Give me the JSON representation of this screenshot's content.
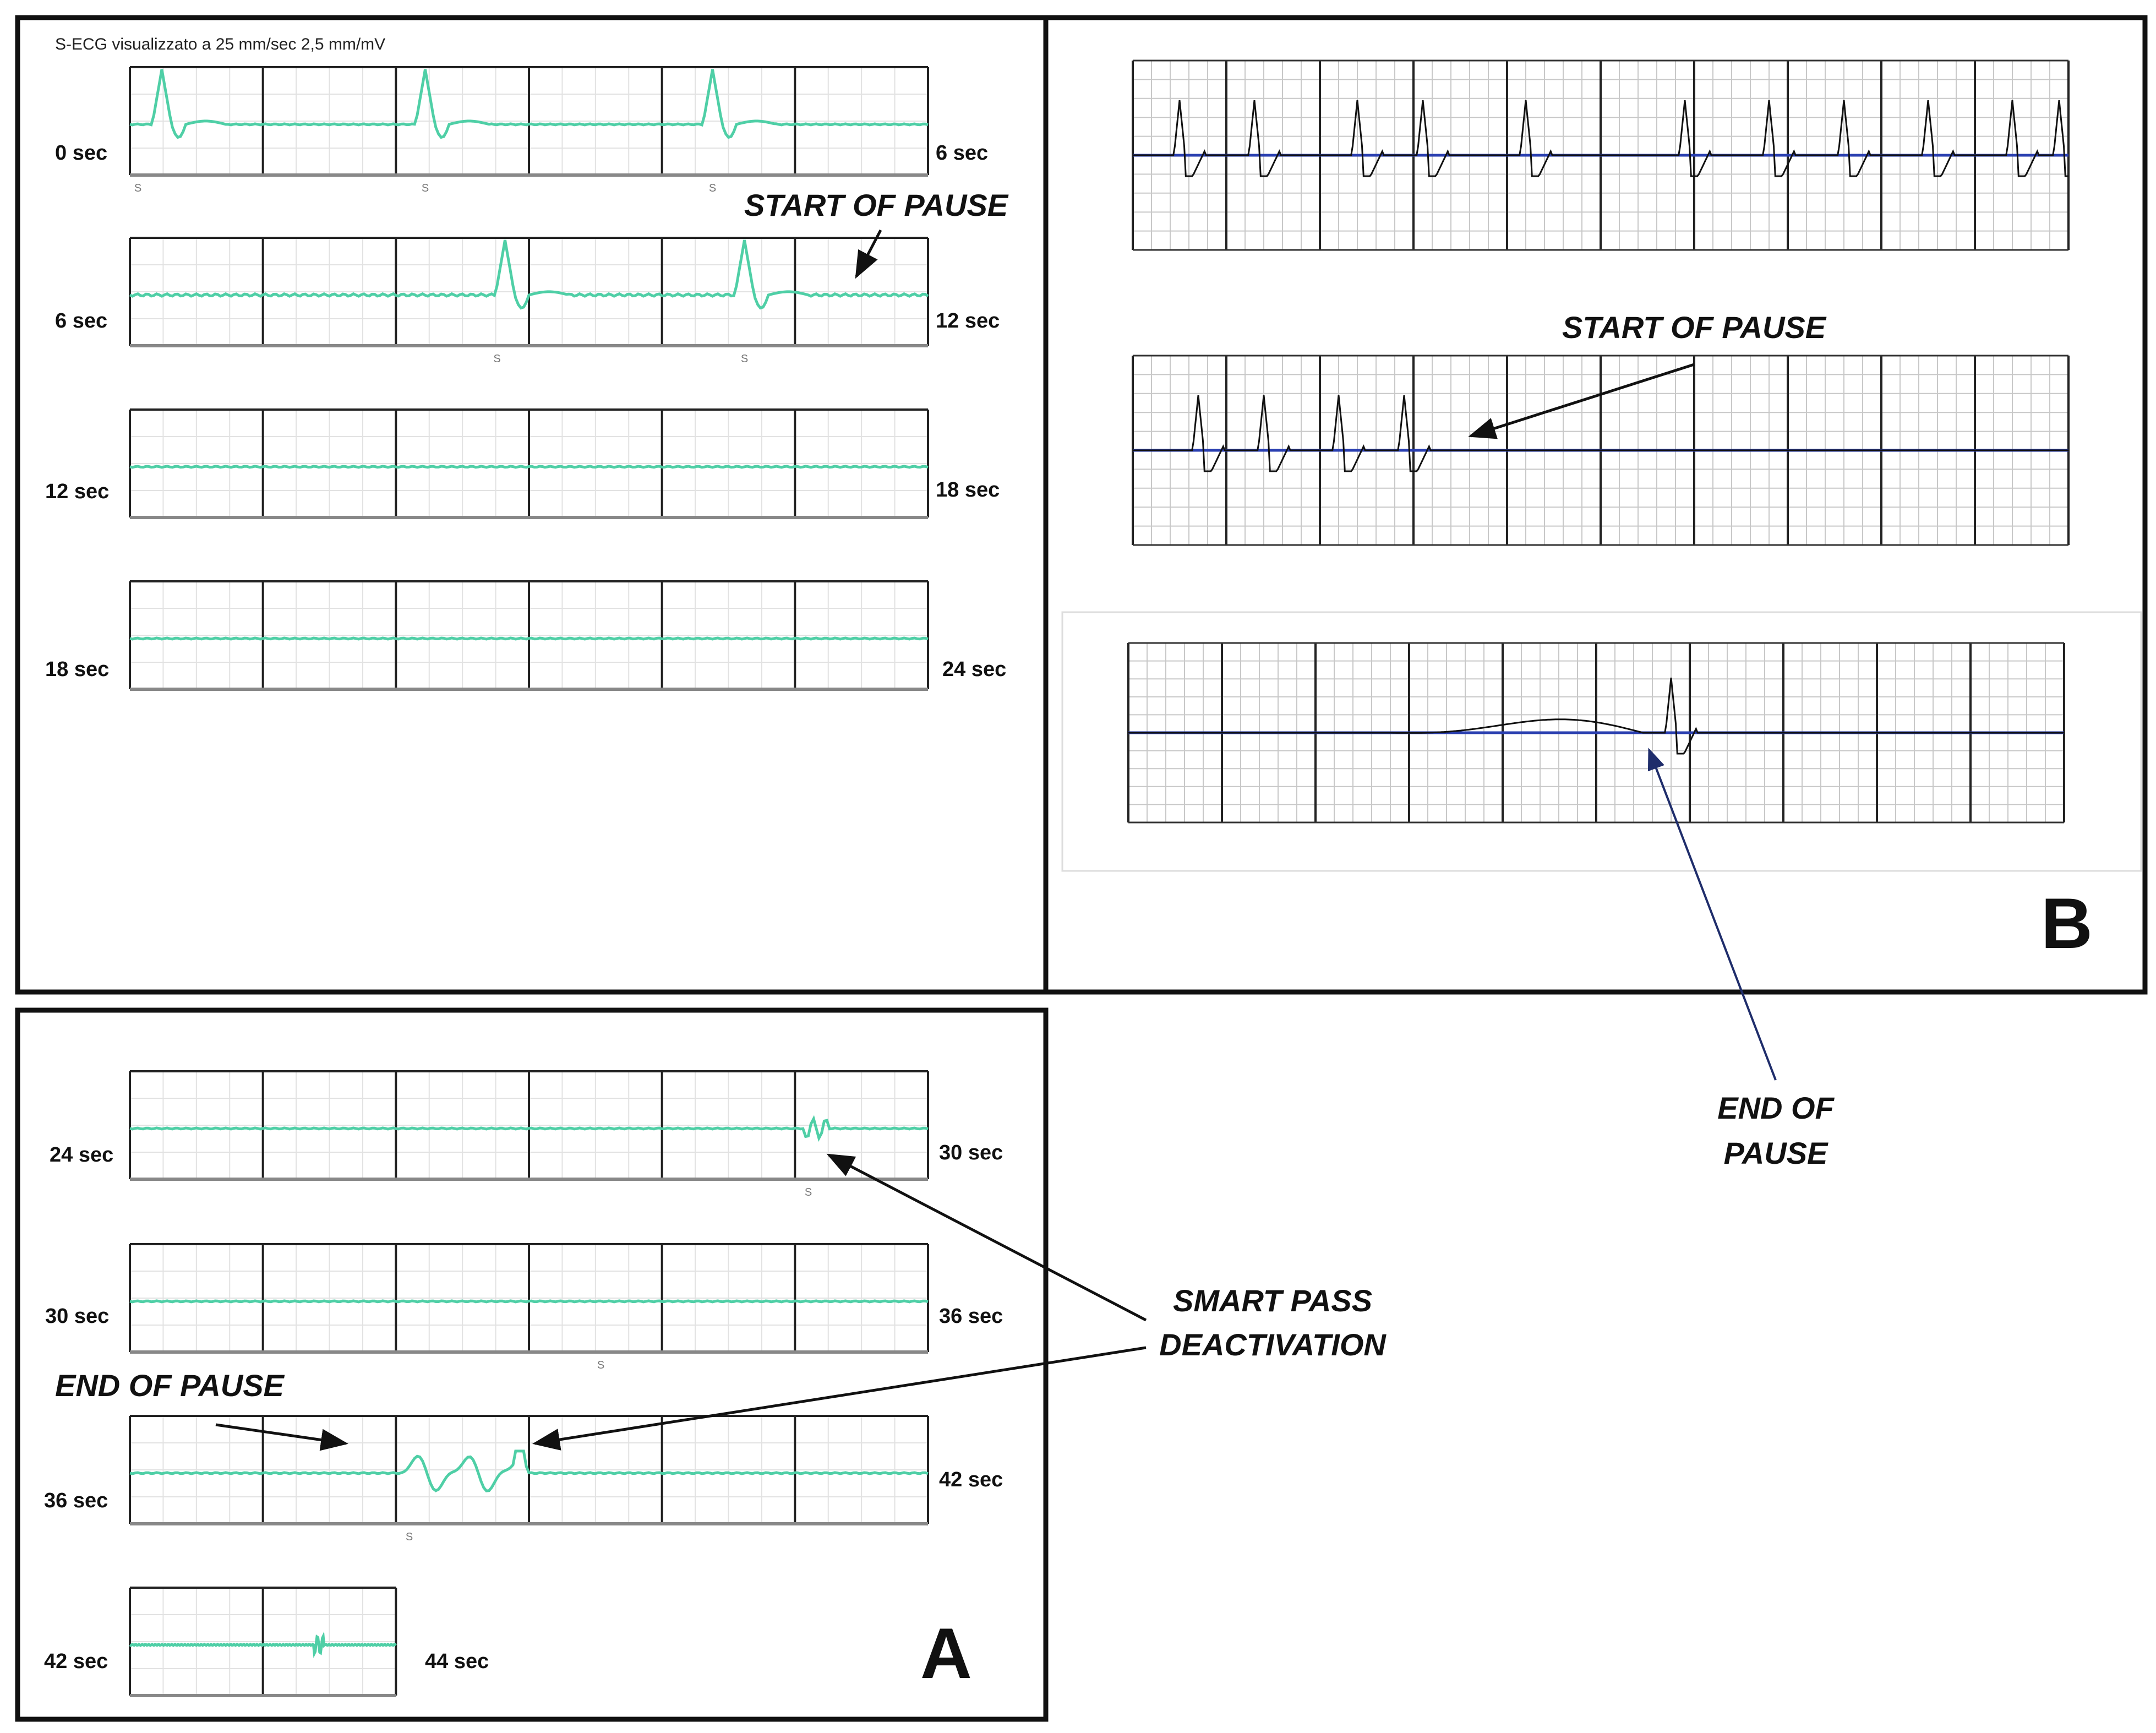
{
  "panel_a": {
    "letter": "A",
    "header": "S-ECG visualizzato a 25 mm/sec 2,5 mm/mV",
    "rows": [
      {
        "start": "0 sec",
        "end": "6 sec"
      },
      {
        "start": "6 sec",
        "end": "12 sec"
      },
      {
        "start": "12 sec",
        "end": "18 sec"
      },
      {
        "start": "18 sec",
        "end": "24 sec"
      },
      {
        "start": "24 sec",
        "end": "30 sec"
      },
      {
        "start": "30 sec",
        "end": "36 sec"
      },
      {
        "start": "36 sec",
        "end": "42 sec"
      },
      {
        "start": "42 sec",
        "end": "44 sec"
      }
    ],
    "beat_marker": "S",
    "annotations": {
      "start_of_pause": "START OF PAUSE",
      "end_of_pause": "END OF PAUSE",
      "smart_pass_line1": "SMART PASS",
      "smart_pass_line2": "DEACTIVATION"
    },
    "trace_color": "#4fcfa6"
  },
  "panel_b": {
    "letter": "B",
    "annotations": {
      "start_of_pause": "START OF PAUSE",
      "end_of_pause_line1": "END OF",
      "end_of_pause_line2": "PAUSE"
    },
    "trace_color": "#111111",
    "baseline_color": "#2a3fb0"
  },
  "colors": {
    "frame": "#111111",
    "grid": "#bfbfbf",
    "arrow_dark": "#111111",
    "arrow_navy": "#1f2d6b"
  }
}
